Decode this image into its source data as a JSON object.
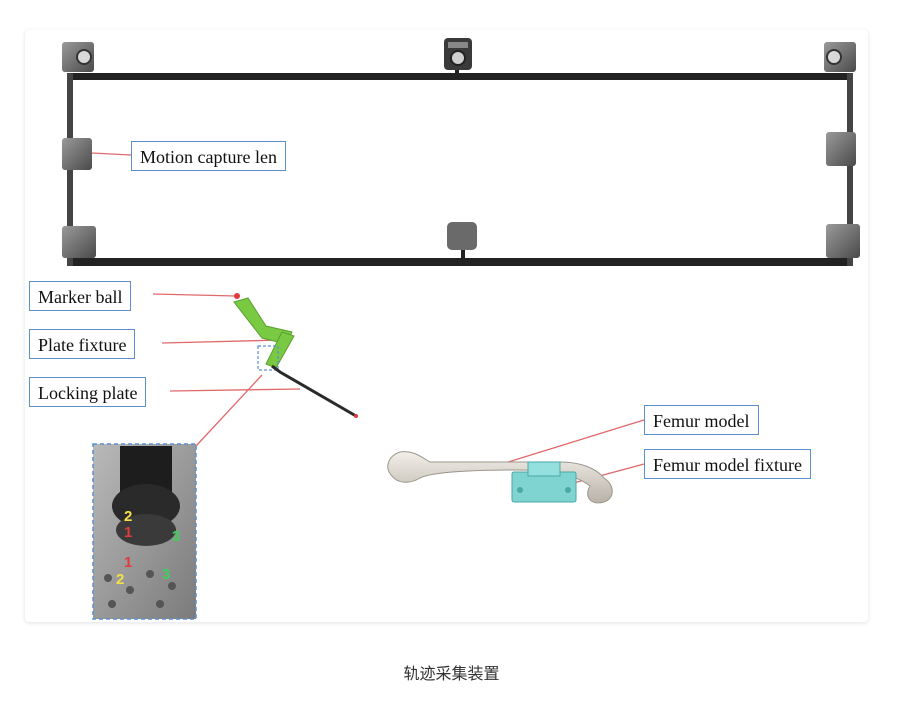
{
  "labels": {
    "motion_capture": "Motion capture len",
    "marker_ball": "Marker ball",
    "plate_fixture": "Plate fixture",
    "locking_plate": "Locking plate",
    "femur_model": "Femur model",
    "femur_fixture": "Femur model fixture"
  },
  "inset_numbers": {
    "top": [
      "2",
      "1",
      "3"
    ],
    "bottom": [
      "1",
      "2",
      "3"
    ]
  },
  "caption": "轨迹采集装置",
  "colors": {
    "frame": "#222222",
    "camera": "#6a6a6a",
    "label_border": "#5b8fd0",
    "leader_line": "#e0696b",
    "fixture_green": "#7ac943",
    "femur_fixture": "#7fd3d1",
    "bone": "#e4e0d8",
    "num_yellow": "#f5e04a",
    "num_red": "#e23b3b",
    "num_green": "#3ecf5a"
  }
}
